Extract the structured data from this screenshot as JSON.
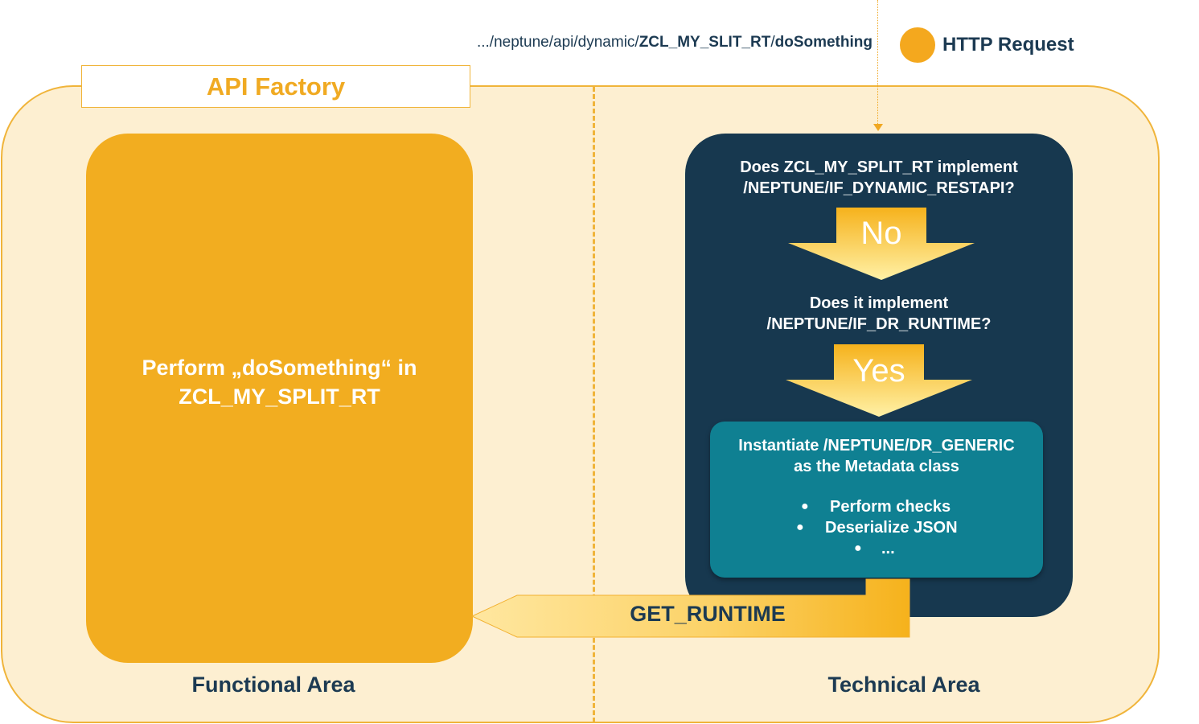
{
  "header": {
    "url_prefix": ".../neptune/api/dynamic/",
    "url_class": "ZCL_MY_SLIT_RT",
    "url_sep": "/",
    "url_method": "doSomething",
    "http_label": "HTTP Request"
  },
  "factory": {
    "label": "API Factory"
  },
  "functional": {
    "line1": "Perform „doSomething“ in",
    "line2": "ZCL_MY_SPLIT_RT",
    "area_label": "Functional Area"
  },
  "technical": {
    "q1_line1": "Does ZCL_MY_SPLIT_RT implement",
    "q1_line2": "/NEPTUNE/IF_DYNAMIC_RESTAPI?",
    "arrow1_label": "No",
    "q2_line1": "Does  it implement",
    "q2_line2": "/NEPTUNE/IF_DR_RUNTIME?",
    "arrow2_label": "Yes",
    "instantiate_line1": "Instantiate /NEPTUNE/DR_GENERIC",
    "instantiate_line2": "as  the Metadata class",
    "bullets": [
      "Perform checks",
      "Deserialize JSON",
      "..."
    ],
    "area_label": "Technical Area"
  },
  "return_arrow": {
    "label": "GET_RUNTIME"
  },
  "colors": {
    "orange": "#f2ad20",
    "navy": "#17384f",
    "teal": "#0f8092",
    "cream": "#fdefd1"
  }
}
